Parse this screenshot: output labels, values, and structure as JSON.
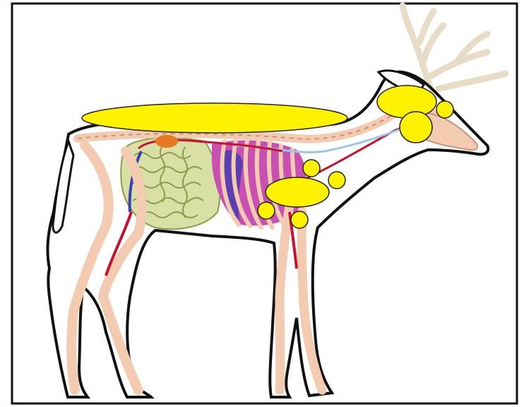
{
  "figure": {
    "subject": "deer-anatomy-side-view",
    "background_color": "#ffffff",
    "frame_color": "#111111",
    "colors": {
      "outline": "#111111",
      "skin_fill": "#ffffff",
      "bone": "#f3cbb0",
      "bone_stroke": "#c9917a",
      "antler": "#e8dcc6",
      "antler_stroke": "#d6c6a6",
      "intestines": "#d9e0a6",
      "intestine_lines": "#8f9a4a",
      "lungs": "#c94fb3",
      "lung_dark": "#5b3fb0",
      "artery": "#c8102e",
      "vein": "#3a3fb5",
      "nerve": "#9cc4e8",
      "kidney": "#e87722",
      "marker": "#fff200",
      "marker_stroke": "#222222"
    },
    "markers": [
      {
        "name": "backstrap-marker"
      },
      {
        "name": "head-marker-large"
      },
      {
        "name": "head-marker-small"
      },
      {
        "name": "neck-marker"
      },
      {
        "name": "chest-marker-upper"
      },
      {
        "name": "chest-marker-right"
      },
      {
        "name": "heart-marker"
      },
      {
        "name": "elbow-marker-left"
      },
      {
        "name": "elbow-marker-right"
      }
    ]
  }
}
